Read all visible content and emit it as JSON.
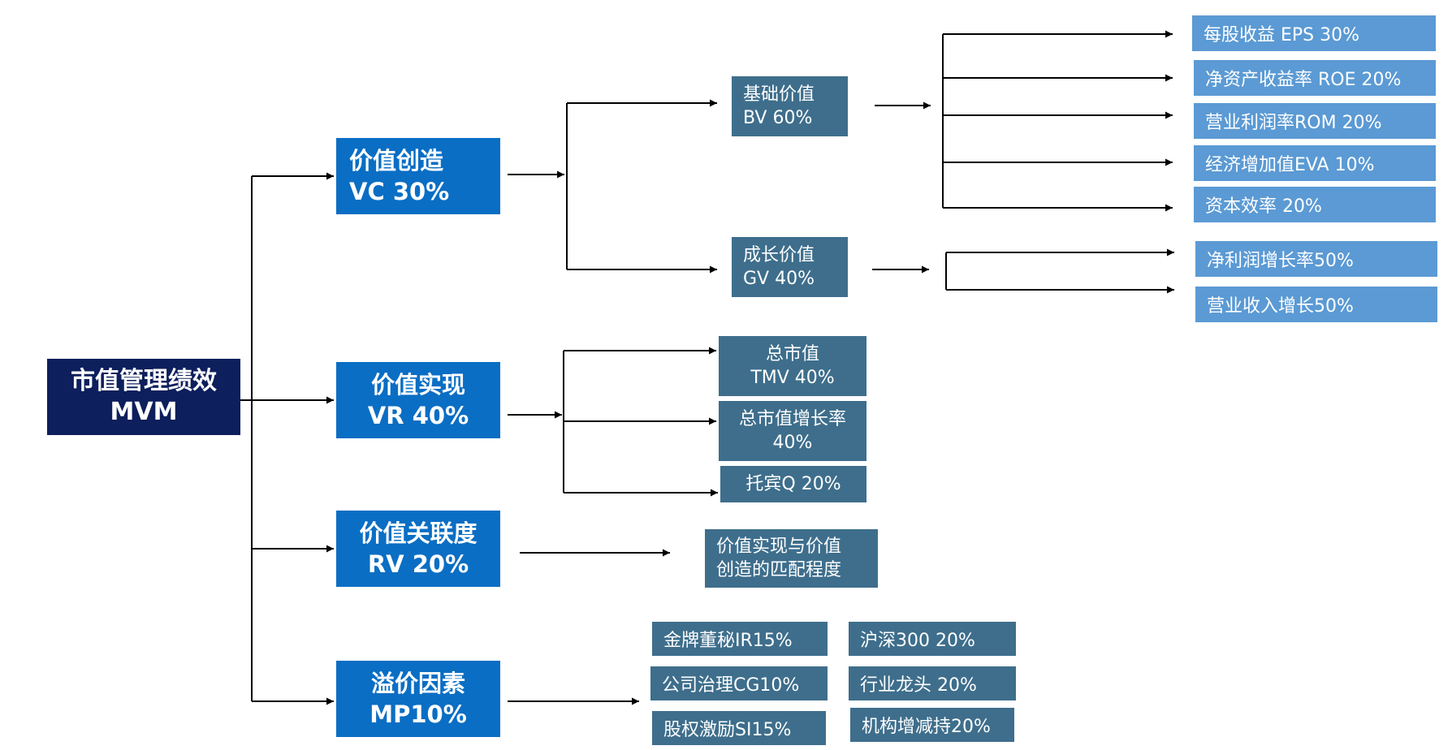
{
  "root": {
    "line1": "市值管理绩效",
    "line2": "MVM"
  },
  "vc": {
    "line1": "价值创造",
    "line2": "VC 30%"
  },
  "vr": {
    "line1": "价值实现",
    "line2": "VR 40%"
  },
  "rv": {
    "line1": "价值关联度",
    "line2": "RV 20%"
  },
  "mp": {
    "line1": "溢价因素",
    "line2": "MP10%"
  },
  "bv": {
    "line1": "基础价值",
    "line2": "BV 60%"
  },
  "gv": {
    "line1": "成长价值",
    "line2": "GV 40%"
  },
  "bv_items": [
    "每股收益 EPS 30%",
    "净资产收益率 ROE 20%",
    "营业利润率ROM 20%",
    "经济增加值EVA 10%",
    "资本效率 20%"
  ],
  "gv_items": [
    "净利润增长率50%",
    "营业收入增长50%"
  ],
  "tmv": {
    "line1": "总市值",
    "line2": "TMV 40%"
  },
  "tmvg": {
    "line1": "总市值增长率",
    "line2": "40%"
  },
  "tobin": {
    "line1": "托宾Q 20%"
  },
  "match": {
    "line1": "价值实现与价值",
    "line2": "创造的匹配程度"
  },
  "mp_items": [
    "金牌董秘IR15%",
    "沪深300 20%",
    "公司治理CG10%",
    "行业龙头 20%",
    "股权激励SI15%",
    "机构增减持20%"
  ],
  "colors": {
    "root": "#0d1f5c",
    "level1": "#0a6ec4",
    "level2": "#3e6e8c",
    "leaf": "#5b9ad4",
    "line": "#000000"
  }
}
